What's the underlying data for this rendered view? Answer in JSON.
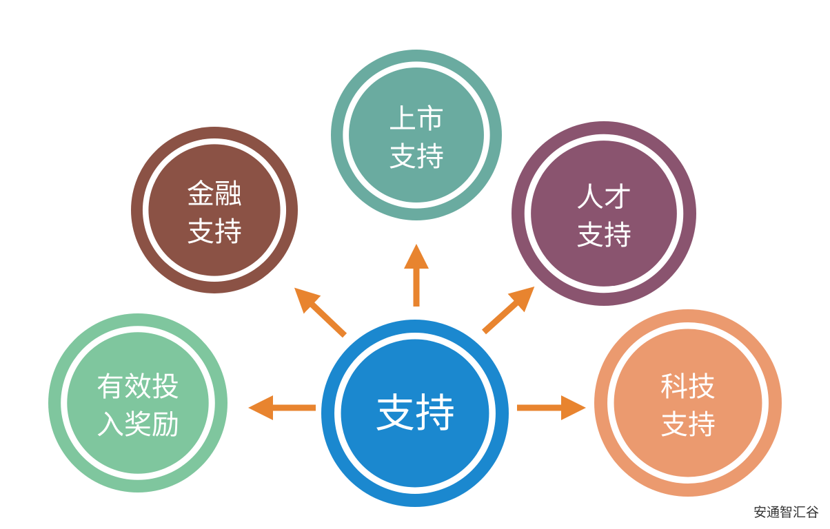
{
  "center": {
    "label": "支持",
    "color": "#1b88cf"
  },
  "nodes": [
    {
      "id": "listing",
      "line1": "上市",
      "line2": "支持",
      "color": "#6aaba0"
    },
    {
      "id": "finance",
      "line1": "金融",
      "line2": "支持",
      "color": "#8b5245"
    },
    {
      "id": "talent",
      "line1": "人才",
      "line2": "支持",
      "color": "#8a546f"
    },
    {
      "id": "investment",
      "line1": "有效投",
      "line2": "入奖励",
      "color": "#7fc69e"
    },
    {
      "id": "technology",
      "line1": "科技",
      "line2": "支持",
      "color": "#eb9a6f"
    }
  ],
  "arrow_color": "#e8842f",
  "credit": "安通智汇谷"
}
